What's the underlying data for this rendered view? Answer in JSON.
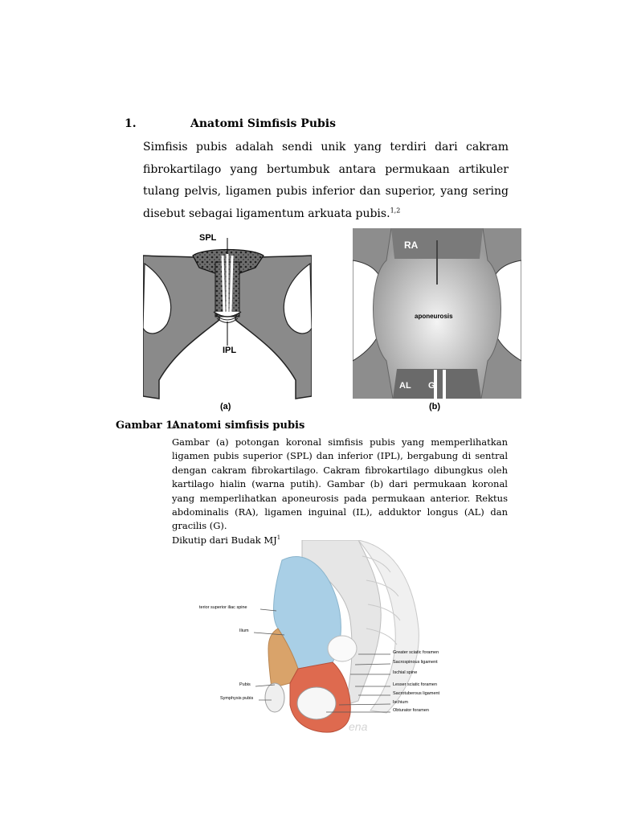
{
  "section": {
    "number": "1.",
    "title": "Anatomi Simfisis Pubis",
    "paragraph": "Simfisis pubis adalah sendi unik yang terdiri dari cakram fibrokartilago yang bertumbuk antara permukaan artikuler tulang pelvis, ligamen pubis inferior dan superior, yang sering disebut sebagai ligamentum arkuata pubis.",
    "paragraph_ref": "1,2"
  },
  "figure1": {
    "panel_a": {
      "label_top": "SPL",
      "label_bottom": "IPL",
      "letter": "(a)"
    },
    "panel_b": {
      "label_ra": "RA",
      "label_center": "aponeurosis",
      "label_al": "AL",
      "label_g": "G",
      "letter": "(b)"
    }
  },
  "caption": {
    "number": "Gambar 1.",
    "title": "Anatomi simfisis pubis",
    "body": "Gambar (a) potongan koronal simfisis pubis yang memperlihatkan ligamen pubis superior (SPL) dan inferior (IPL), bergabung di sentral dengan cakram fibrokartilago. Cakram fibrokartilago dibungkus oleh kartilago hialin (warna putih).  Gambar (b) dari permukaan koronal yang memperlihatkan aponeurosis pada permukaan anterior.  Rektus abdominalis (RA), ligamen inguinal (IL), adduktor longus (AL) dan gracilis (G).",
    "source": "Dikutip dari Budak MJ",
    "source_ref": "1"
  },
  "figure2": {
    "labels_left": [
      "terior superior iliac spine",
      "Ilium",
      "Pubis",
      "Symphysis pubis"
    ],
    "labels_right": [
      "Greater sciatic foramen",
      "Sacrospinous ligament",
      "Ischial spine",
      "Lesser sciatic foramen",
      "Sacrotuberous ligament",
      "Ischium",
      "Obturator foramen"
    ],
    "watermark": "ena",
    "colors": {
      "ilium": "#a9cfe6",
      "pubis": "#d9a36a",
      "ischium": "#de6a4f"
    }
  }
}
